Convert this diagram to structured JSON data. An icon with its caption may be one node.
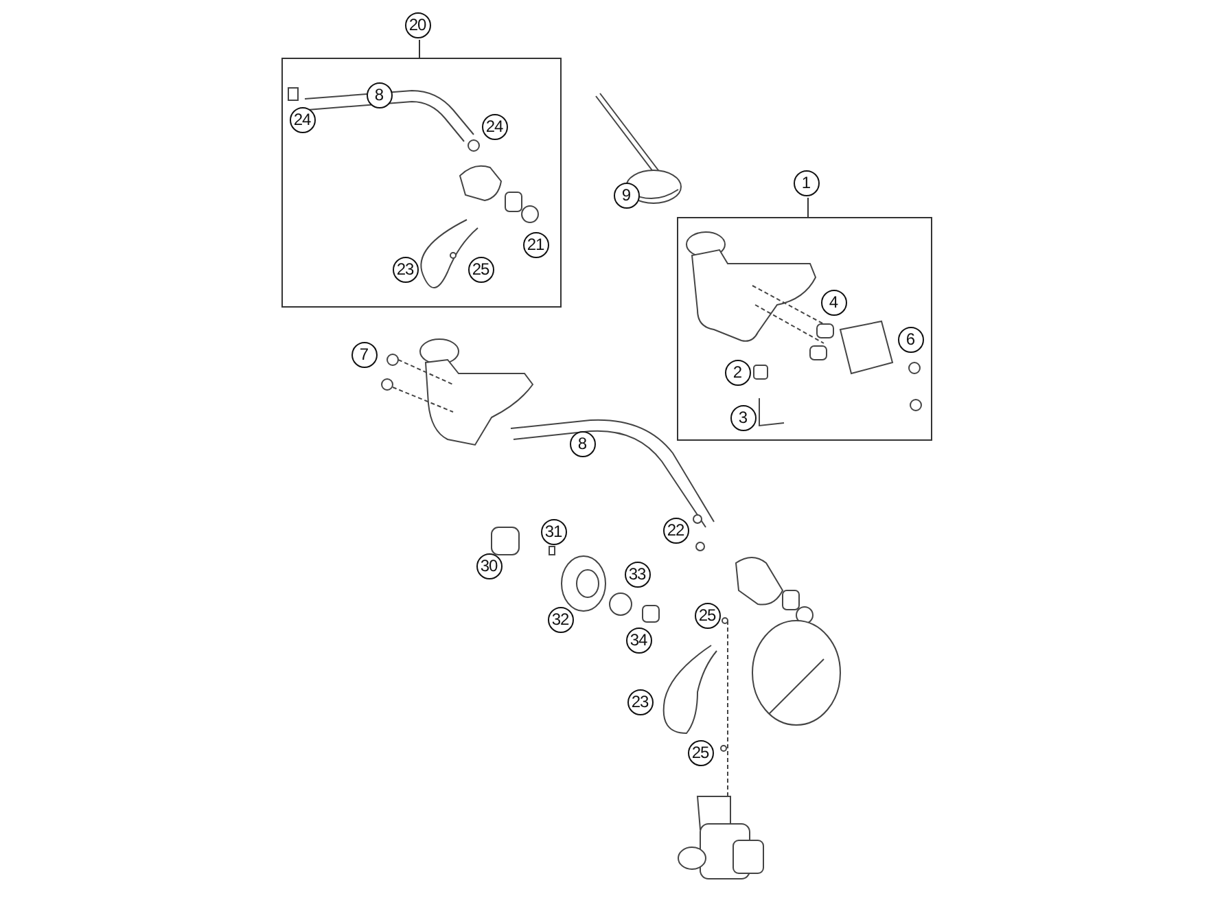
{
  "diagram": {
    "nodes": [
      {
        "text": [
          "20"
        ]
      },
      {
        "text": [
          "1"
        ]
      }
    ],
    "labels": [
      "8",
      "24",
      "24",
      "9",
      "21",
      "23",
      "25",
      "4",
      "6",
      "7",
      "2",
      "3",
      "8",
      "22",
      "31",
      "30",
      "33",
      "25",
      "32",
      "34",
      "23",
      "25"
    ]
  }
}
